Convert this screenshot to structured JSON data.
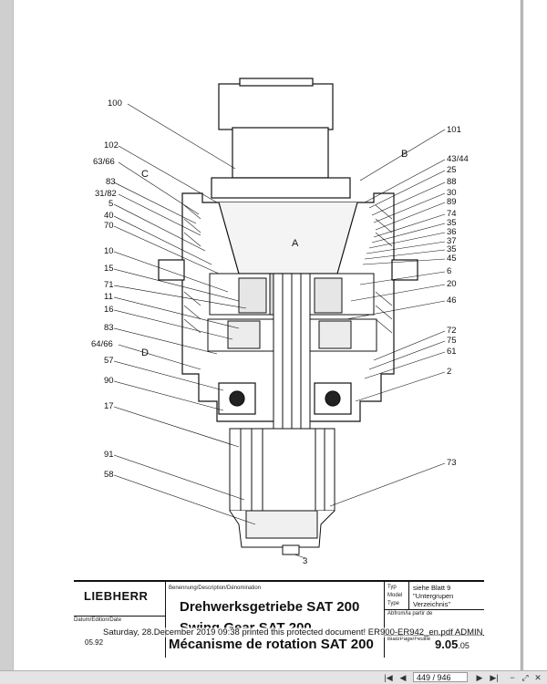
{
  "callouts": {
    "left": [
      "102",
      "63/66",
      "83",
      "31/82",
      "5",
      "40",
      "70",
      "10",
      "15",
      "71",
      "11",
      "16",
      "83",
      "64/66",
      "57",
      "90",
      "17",
      "91",
      "58"
    ],
    "right": [
      "101",
      "43/44",
      "25",
      "88",
      "30",
      "89",
      "74",
      "35",
      "36",
      "37",
      "35",
      "45",
      "6",
      "20",
      "46",
      "72",
      "75",
      "61",
      "2",
      "73"
    ],
    "top": "100",
    "bottom": "3",
    "letters": {
      "a": "A",
      "b": "B",
      "c": "C",
      "d": "D"
    }
  },
  "title_block": {
    "logo": "LIEBHERR",
    "description_label": "Benennung/Description/Dénomination",
    "description_lines": [
      "Drehwerksgetriebe SAT 200",
      "Swing Gear SAT 200",
      "Mécanisme de rotation SAT 200"
    ],
    "typ_label": "Typ",
    "typ_value": "siehe Blatt 9",
    "model_label": "Model",
    "model_value": "\"Untergrupen",
    "type_label": "Type",
    "type_value": "Verzeichnis\"",
    "abforming_label": "Abfrom/la partir de",
    "blatt_label": "Blatt/Page/Feuille",
    "sheet_main": "9.05",
    "sheet_sub": ".05",
    "edition_label": "Datum/Edition/Date",
    "edition_value": "05.92",
    "print_notice": "Saturday, 28.December 2019 09:38 printed this protected document! ER900-ER942_en.pdf ADMIN"
  },
  "viewer": {
    "page_display": "449 / 946",
    "first_icon": "first-page-icon",
    "prev_icon": "prev-page-icon",
    "next_icon": "next-page-icon",
    "last_icon": "last-page-icon"
  }
}
